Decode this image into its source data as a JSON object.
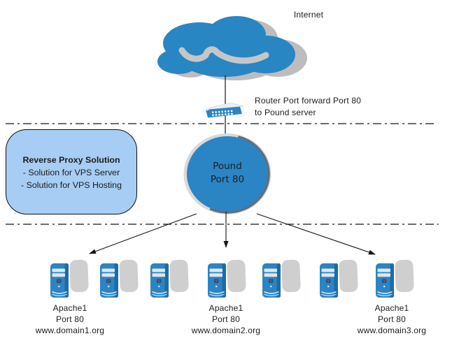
{
  "diagram": {
    "internet_label": "Internet",
    "router_note": {
      "line1": "Router Port forward Port 80",
      "line2": "to Pound server"
    },
    "pound_node": {
      "line1": "Pound",
      "line2": "Port 80"
    },
    "callout": {
      "title": "Reverse Proxy Solution",
      "items": [
        "- Solution for VPS Server",
        "- Solution for VPS Hosting"
      ]
    },
    "server_groups": [
      {
        "app": "Apache1",
        "port": "Port 80",
        "domain": "www.domain1.org"
      },
      {
        "app": "Apache1",
        "port": "Port 80",
        "domain": "www.domain2.org"
      },
      {
        "app": "Apache1",
        "port": "Port 80",
        "domain": "www.domain3.org"
      }
    ],
    "icons": {
      "cloud": "cloud-icon",
      "router": "router-icon",
      "server": "server-icon",
      "arrows": "arrow-connector"
    },
    "colors": {
      "primary_blue": "#2b84c4",
      "callout_blue": "#a7cdf4",
      "shadow_gray": "#bdbdbd",
      "ring_dark": "#6b6b6b",
      "ring_light": "#d9d9d9",
      "line_black": "#141414"
    }
  }
}
